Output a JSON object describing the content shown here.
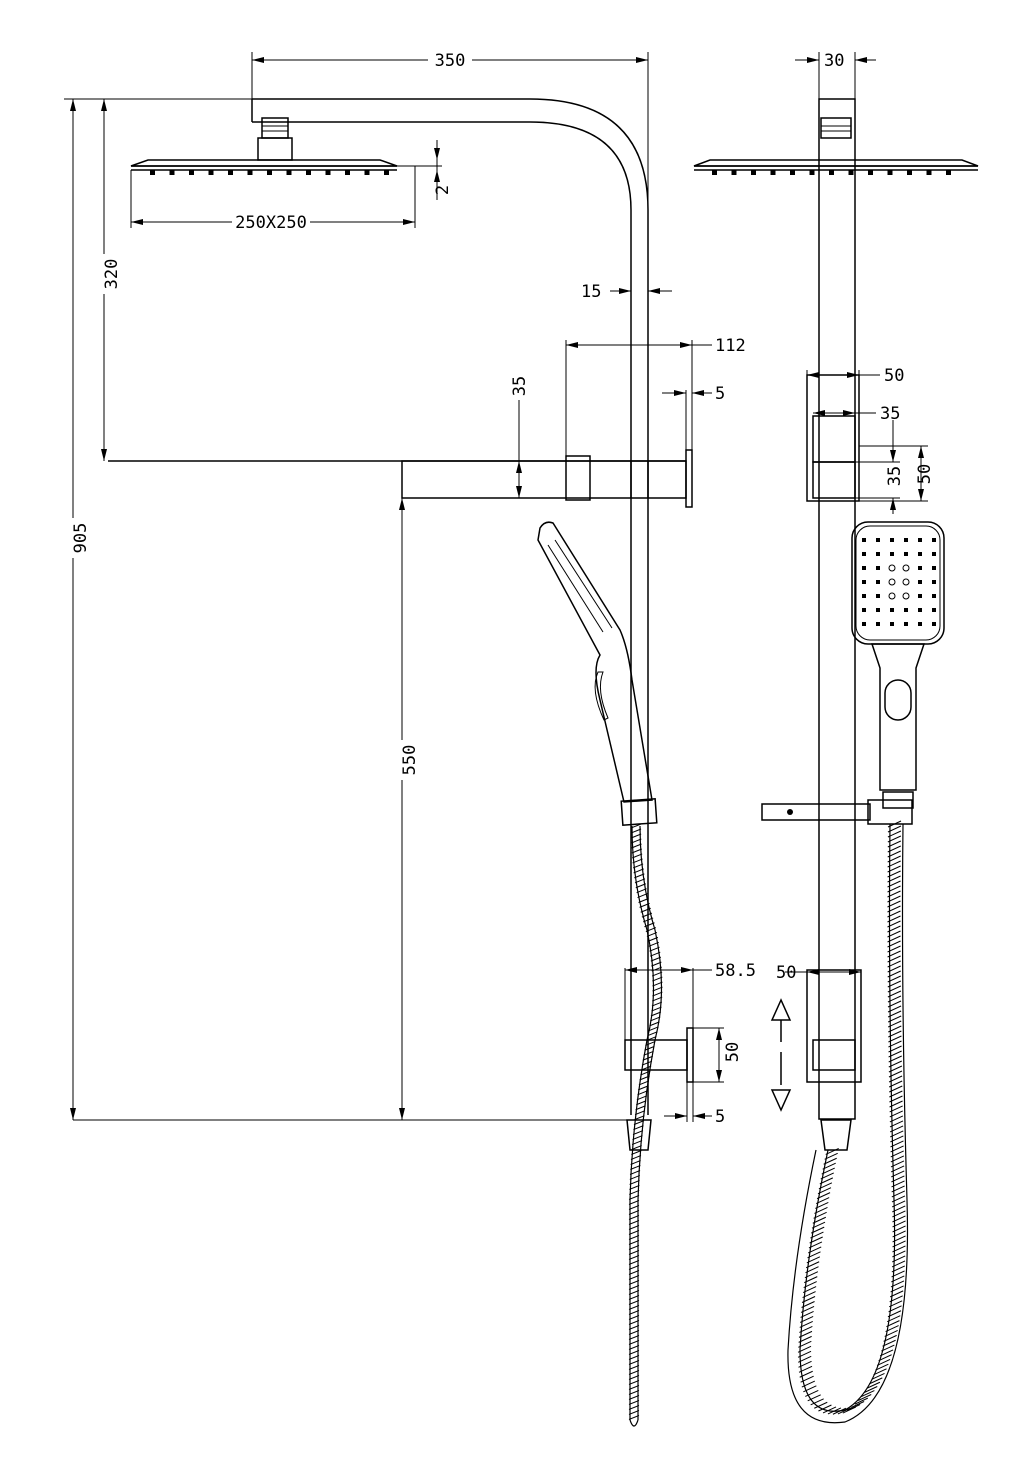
{
  "drawing": {
    "side_view": {
      "overall_width": "350",
      "head_size": "250X250",
      "head_thickness": "2",
      "arm_drop": "320",
      "total_height": "905",
      "rail_diameter": "15",
      "diverter_projection": "112",
      "diverter_body_height": "35",
      "wall_plate_thickness_top": "5",
      "rail_to_bracket_height": "550",
      "bottom_bracket_projection": "58.5",
      "bottom_plate_height": "50",
      "wall_plate_thickness_bottom": "5"
    },
    "front_view": {
      "rail_width": "30",
      "holder_width": "50",
      "holder_inner_width": "35",
      "holder_inner_height": "35",
      "holder_outer_height": "50",
      "bottom_bracket_width": "50"
    }
  }
}
